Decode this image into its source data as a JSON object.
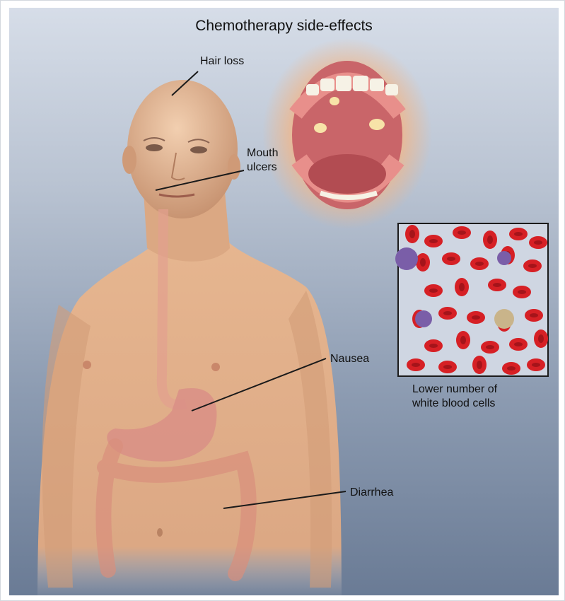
{
  "title": "Chemotherapy side-effects",
  "labels": {
    "hair_loss": "Hair loss",
    "mouth_ulcers_line1": "Mouth",
    "mouth_ulcers_line2": "ulcers",
    "nausea": "Nausea",
    "diarrhea": "Diarrhea",
    "blood_line1": "Lower number of",
    "blood_line2": "white blood cells"
  },
  "colors": {
    "skin": "#e8b98f",
    "background": "#8d9cb2",
    "blood_cell": "#d62025",
    "white_cell": "#7a5ea8"
  }
}
